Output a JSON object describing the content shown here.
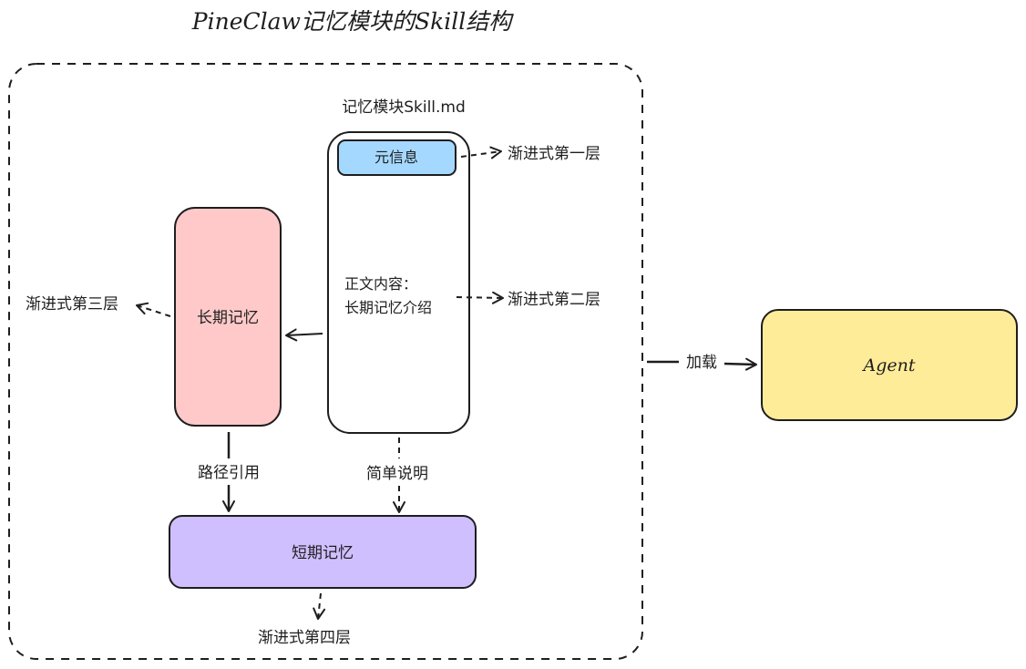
{
  "title": "PineClaw记忆模块的Skill结构",
  "container_label": "记忆模块Skill.md",
  "nodes": {
    "meta": "元信息",
    "body_line1": "正文内容：",
    "body_line2": "长期记忆介绍",
    "long_term": "长期记忆",
    "short_term": "短期记忆",
    "agent": "Agent"
  },
  "layers": {
    "first": "渐进式第一层",
    "second": "渐进式第二层",
    "third": "渐进式第三层",
    "fourth": "渐进式第四层"
  },
  "edge_labels": {
    "path_ref": "路径引用",
    "brief": "简单说明",
    "load": "加载"
  },
  "colors": {
    "meta_fill": "#a5d8ff",
    "long_term_fill": "#ffc9c9",
    "short_term_fill": "#d0bfff",
    "agent_fill": "#ffec99",
    "stroke": "#1e1e1e"
  }
}
